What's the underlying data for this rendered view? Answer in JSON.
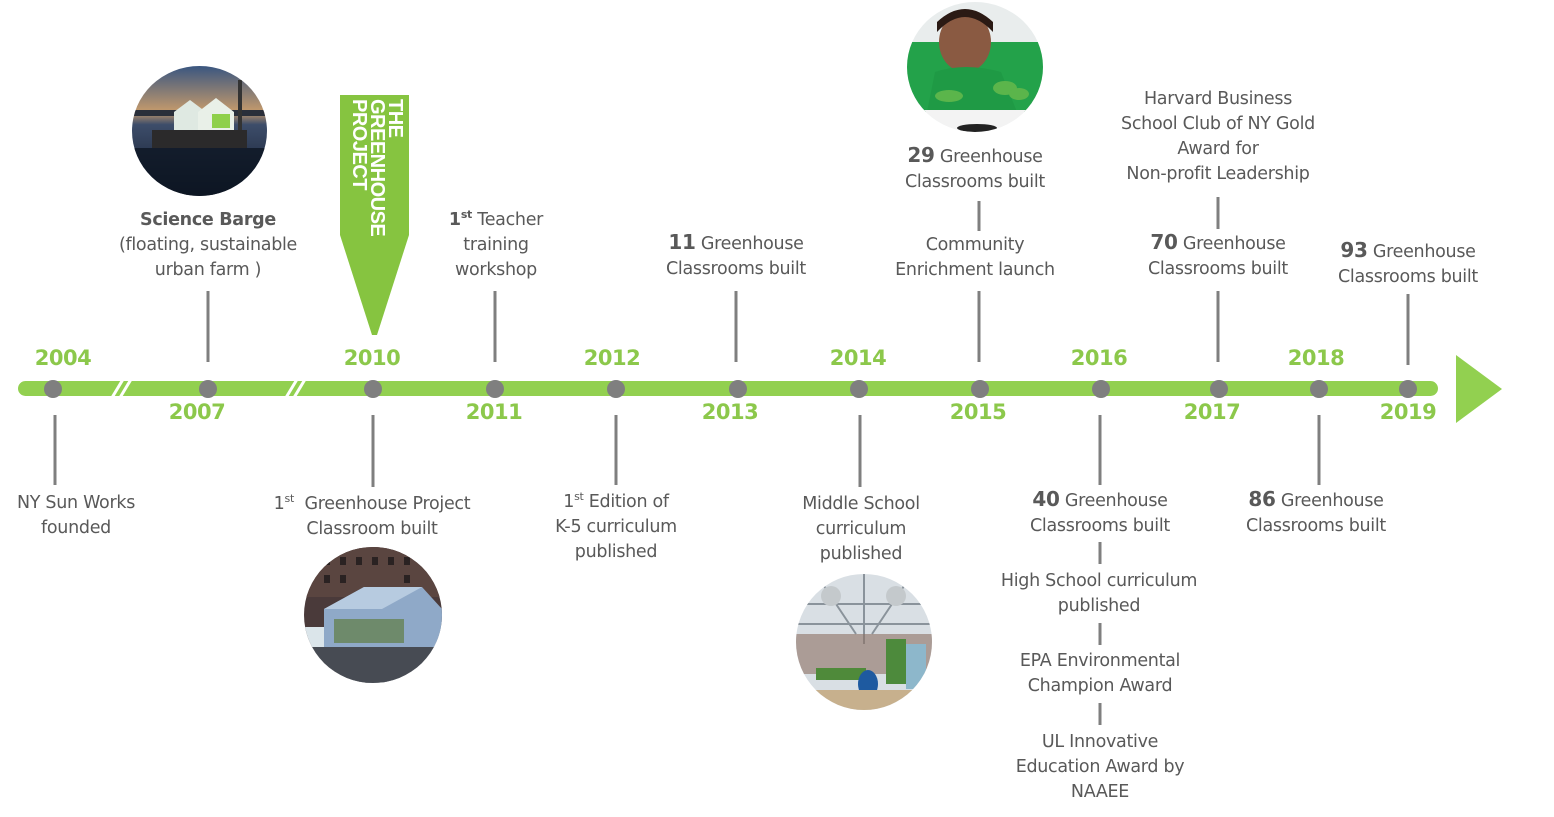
{
  "colors": {
    "accent_green": "#8cc84b",
    "marker_gray": "#7f7f7f",
    "text_gray": "#595959"
  },
  "timeline": {
    "years": [
      {
        "year": "2004",
        "position": "above"
      },
      {
        "year": "2007",
        "position": "below"
      },
      {
        "year": "2010",
        "position": "above"
      },
      {
        "year": "2011",
        "position": "below"
      },
      {
        "year": "2012",
        "position": "above"
      },
      {
        "year": "2013",
        "position": "below"
      },
      {
        "year": "2014",
        "position": "above"
      },
      {
        "year": "2015",
        "position": "below"
      },
      {
        "year": "2016",
        "position": "above"
      },
      {
        "year": "2017",
        "position": "below"
      },
      {
        "year": "2018",
        "position": "above"
      },
      {
        "year": "2019",
        "position": "below"
      }
    ],
    "axis_breaks": [
      "between 2004 and 2007",
      "between 2007 and 2010"
    ],
    "events": {
      "e2004": {
        "line1": "NY Sun Works",
        "line2": "founded"
      },
      "e2007": {
        "title": "Science Barge",
        "line1": "(floating, sustainable",
        "line2": "urban farm )",
        "image": "science-barge-photo"
      },
      "e2010": {
        "sup_base": "1",
        "sup": "st",
        "line1_rest": "  Greenhouse Project",
        "line2": "Classroom built",
        "image": "greenhouse-classroom-photo",
        "sign_line1": "THE GREENHOUSE",
        "sign_line2": "PROJECT"
      },
      "e2011": {
        "sup_base": "1",
        "sup": "st",
        "line1_rest": " Teacher",
        "line2": "training",
        "line3": "workshop"
      },
      "e2012": {
        "sup_base": "1",
        "sup": "st",
        "line1_rest": " Edition of",
        "line2": "K-5 curriculum",
        "line3": "published"
      },
      "e2013": {
        "count": "11",
        "line1_rest": " Greenhouse",
        "line2": "Classrooms built"
      },
      "e2014": {
        "line1": "Middle School",
        "line2": "curriculum",
        "line3": "published",
        "image": "middle-school-greenhouse-photo"
      },
      "e2015": {
        "count": "29",
        "line1_rest": " Greenhouse",
        "line2": "Classrooms built",
        "sub_line1": "Community",
        "sub_line2": "Enrichment launch",
        "image": "student-with-plants-photo"
      },
      "e2016": {
        "count": "40",
        "line1_rest": " Greenhouse",
        "line2": "Classrooms built",
        "items": [
          {
            "line1": "High School curriculum",
            "line2": "published"
          },
          {
            "line1": "EPA Environmental",
            "line2": "Champion Award"
          },
          {
            "line1": "UL Innovative",
            "line2": "Education Award by",
            "line3": "NAAEE"
          }
        ]
      },
      "e2017": {
        "count": "70",
        "line1_rest": " Greenhouse",
        "line2": "Classrooms built",
        "award_line1": "Harvard Business",
        "award_line2": "School Club of NY Gold",
        "award_line3": "Award for",
        "award_line4": "Non-profit Leadership"
      },
      "e2018": {
        "count": "86",
        "line1_rest": " Greenhouse",
        "line2": "Classrooms built"
      },
      "e2019": {
        "count": "93",
        "line1_rest": " Greenhouse",
        "line2": "Classrooms built"
      }
    }
  }
}
